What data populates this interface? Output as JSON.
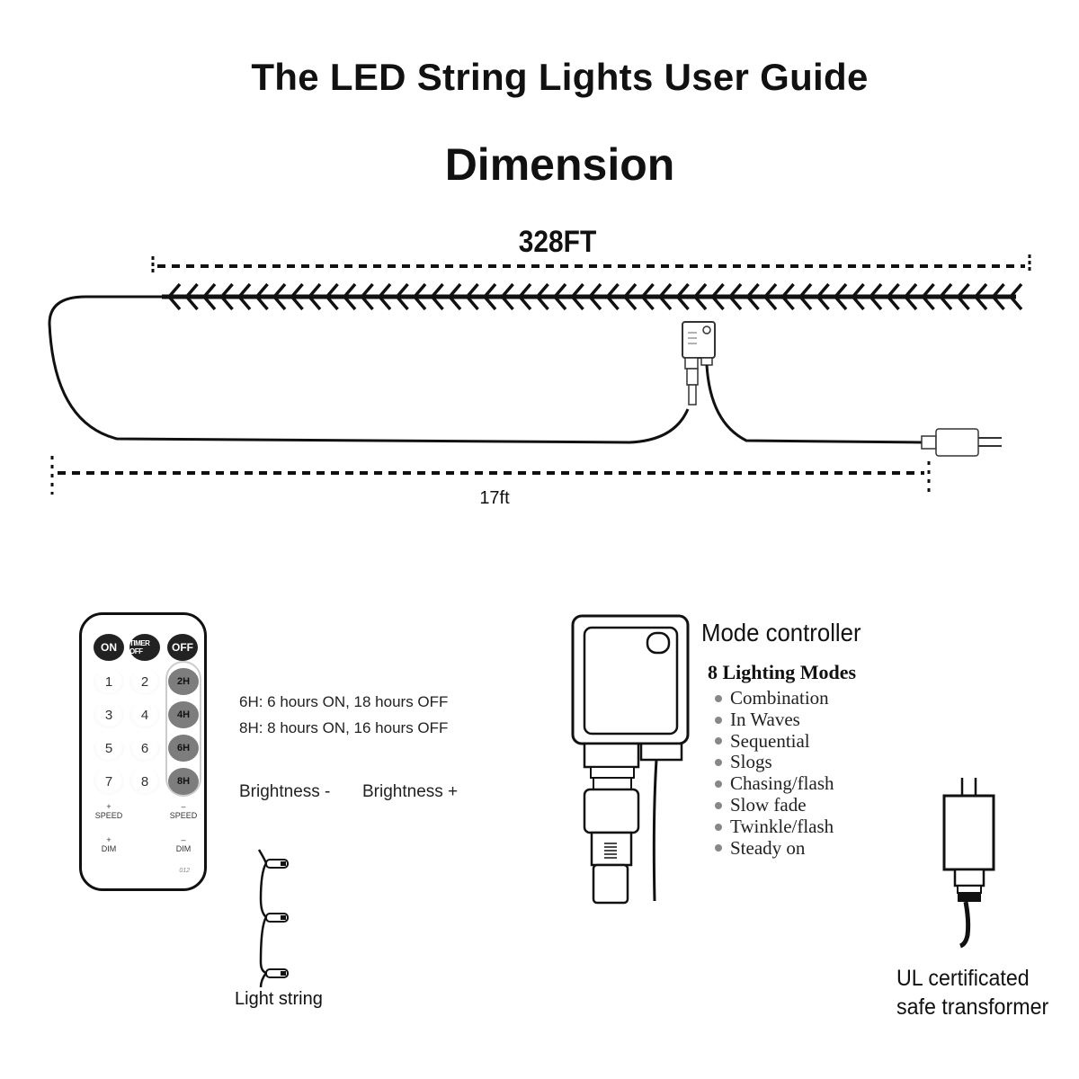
{
  "header": {
    "title": "The LED String Lights User Guide",
    "subtitle": "Dimension"
  },
  "dimensions": {
    "string_length": "328FT",
    "lead_cable_length": "17ft"
  },
  "remote": {
    "top_buttons": [
      {
        "label": "ON",
        "icon": "power-on"
      },
      {
        "label": "TIMER OFF",
        "icon": "timer-off"
      },
      {
        "label": "OFF",
        "icon": "power-off"
      }
    ],
    "mode_buttons": [
      "1",
      "2",
      "3",
      "4",
      "5",
      "6",
      "7",
      "8"
    ],
    "timer_buttons": [
      "2H",
      "4H",
      "6H",
      "8H"
    ],
    "speed_up": {
      "sign": "+",
      "label": "SPEED"
    },
    "speed_down": {
      "sign": "–",
      "label": "SPEED"
    },
    "dim_up": {
      "sign": "+",
      "label": "DIM"
    },
    "dim_down": {
      "sign": "–",
      "label": "DIM"
    },
    "model_code": "012",
    "notes": [
      "6H: 6 hours ON, 18 hours OFF",
      "8H: 8 hours ON, 16 hours OFF"
    ],
    "brightness_minus": "Brightness -",
    "brightness_plus": "Brightness +"
  },
  "light_string": {
    "label": "Light string"
  },
  "mode_controller": {
    "title": "Mode controller",
    "modes_heading": "8 Lighting Modes",
    "modes": [
      "Combination",
      "In Waves",
      "Sequential",
      "Slogs",
      "Chasing/flash",
      "Slow fade",
      "Twinkle/flash",
      "Steady on"
    ]
  },
  "transformer": {
    "label_line1": "UL certificated",
    "label_line2": "safe transformer"
  },
  "colors": {
    "ink": "#111111",
    "timer_button": "#7d7d7d",
    "bullet": "#888888"
  }
}
